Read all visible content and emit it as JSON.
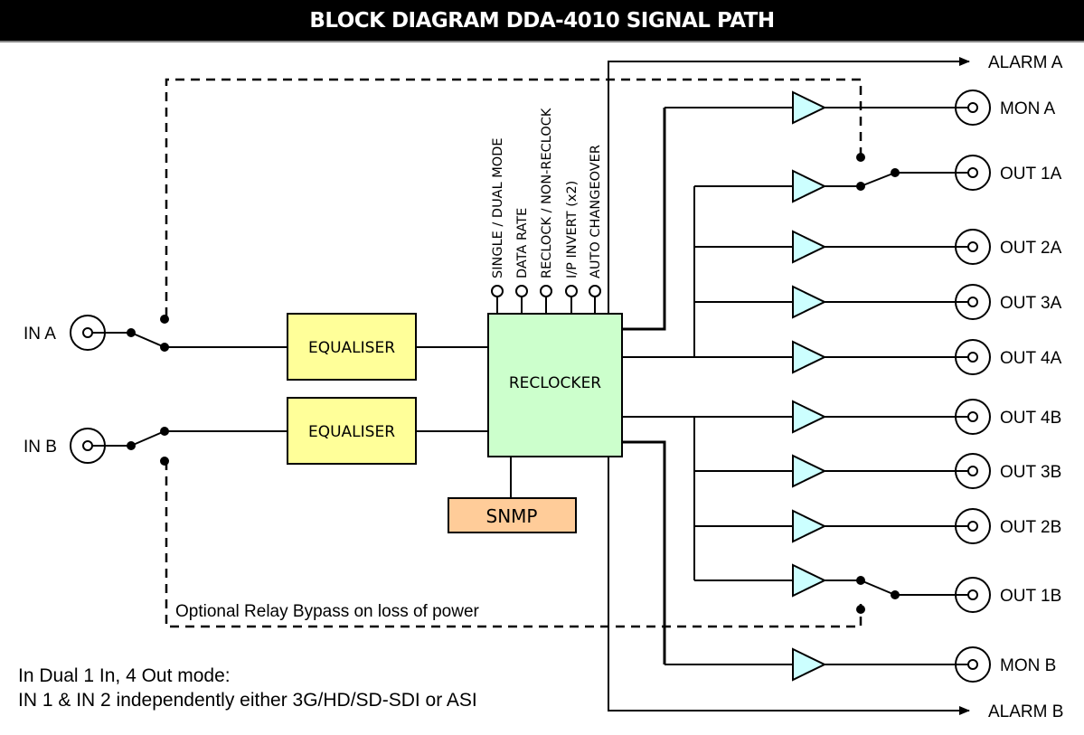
{
  "title": "BLOCK DIAGRAM DDA-4010 SIGNAL PATH",
  "colors": {
    "equaliser_fill": "#ffff99",
    "reclocker_fill": "#ccffcc",
    "snmp_fill": "#ffcc99",
    "buffer_fill": "#ccffff",
    "line": "#000000",
    "title_bg": "#000000",
    "title_text": "#ffffff"
  },
  "inputs": [
    {
      "label": "IN A",
      "icon": "bnc-connector-icon"
    },
    {
      "label": "IN B",
      "icon": "bnc-connector-icon"
    }
  ],
  "blocks": {
    "equaliser_a": "EQUALISER",
    "equaliser_b": "EQUALISER",
    "reclocker": "RECLOCKER",
    "snmp": "SNMP"
  },
  "controls": [
    "SINGLE / DUAL MODE",
    "DATA RATE",
    "RECLOCK / NON-RECLOCK",
    "I/P INVERT (x2)",
    "AUTO CHANGEOVER"
  ],
  "alarms": {
    "a": "ALARM A",
    "b": "ALARM B"
  },
  "outputs": [
    {
      "label": "MON A",
      "relay": false
    },
    {
      "label": "OUT 1A",
      "relay": true
    },
    {
      "label": "OUT 2A",
      "relay": false
    },
    {
      "label": "OUT 3A",
      "relay": false
    },
    {
      "label": "OUT 4A",
      "relay": false
    },
    {
      "label": "OUT 4B",
      "relay": false
    },
    {
      "label": "OUT 3B",
      "relay": false
    },
    {
      "label": "OUT 2B",
      "relay": false
    },
    {
      "label": "OUT 1B",
      "relay": true
    },
    {
      "label": "MON B",
      "relay": false
    }
  ],
  "bypass_note": "Optional Relay Bypass on loss of power",
  "footer_notes": [
    "In Dual 1 In, 4 Out mode:",
    "IN 1 & IN 2 independently either 3G/HD/SD-SDI or ASI"
  ]
}
